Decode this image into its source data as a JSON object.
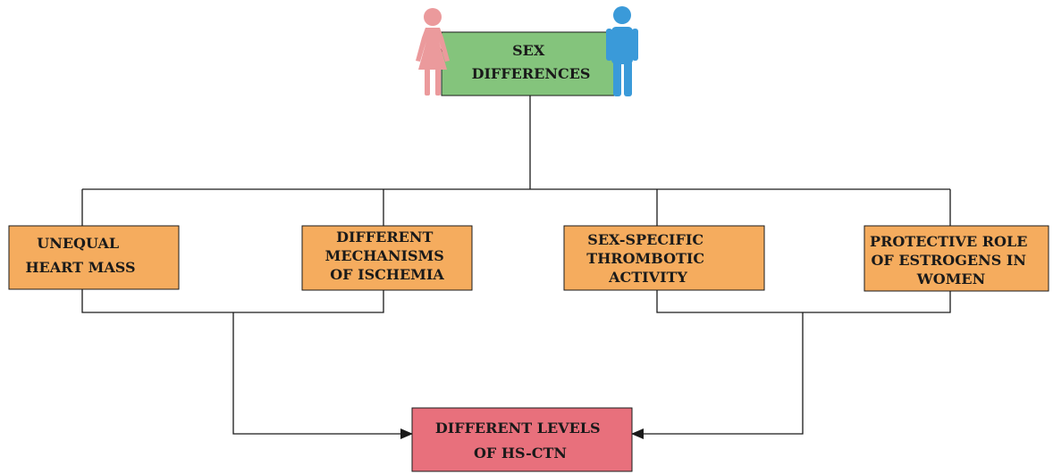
{
  "colors": {
    "top_box": "#84c47c",
    "middle_box": "#f5ac5e",
    "bottom_box": "#e8707c",
    "female_icon": "#eb9a9c",
    "male_icon": "#3a9ad9",
    "line": "#1a1a1a"
  },
  "icons": {
    "female": "female-figure-icon",
    "male": "male-figure-icon"
  },
  "nodes": {
    "top": {
      "lines": [
        "SEX",
        "DIFFERENCES"
      ]
    },
    "causes": [
      {
        "lines": [
          "UNEQUAL",
          "HEART MASS"
        ]
      },
      {
        "lines": [
          "DIFFERENT",
          "MECHANISMS",
          "OF ISCHEMIA"
        ]
      },
      {
        "lines": [
          "SEX-SPECIFIC",
          "THROMBOTIC",
          "ACTIVITY"
        ]
      },
      {
        "lines": [
          "PROTECTIVE ROLE",
          "OF ESTROGENS IN",
          "WOMEN"
        ]
      }
    ],
    "outcome": {
      "lines": [
        "DIFFERENT LEVELS",
        "OF HS-CTN"
      ]
    }
  }
}
